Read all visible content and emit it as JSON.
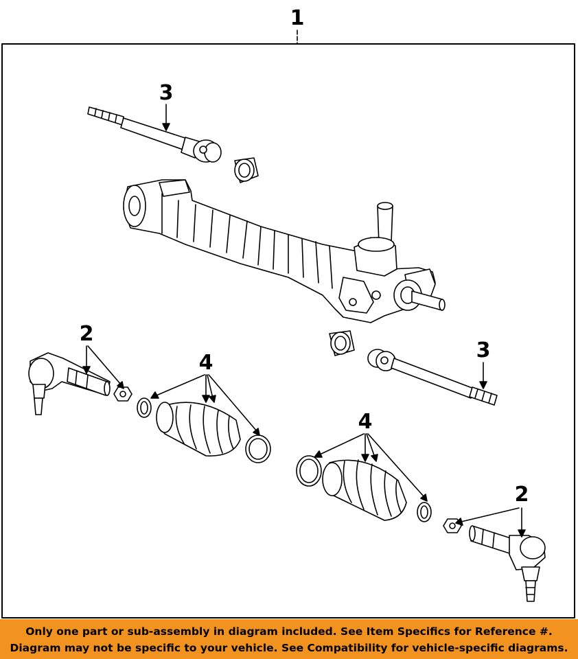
{
  "callouts": {
    "assembly": "1",
    "tie_rod_end_left": "2",
    "tie_rod_end_right": "2",
    "inner_tie_rod_upper": "3",
    "inner_tie_rod_lower": "3",
    "boot_kit_left": "4",
    "boot_kit_right": "4"
  },
  "banner": {
    "line1": "Only one part or sub-assembly in diagram included. See Item Specifics for Reference #.",
    "line2": "Diagram may not be specific to your vehicle. See Compatibility for vehicle-specific diagrams.",
    "color": "#f2921f"
  }
}
